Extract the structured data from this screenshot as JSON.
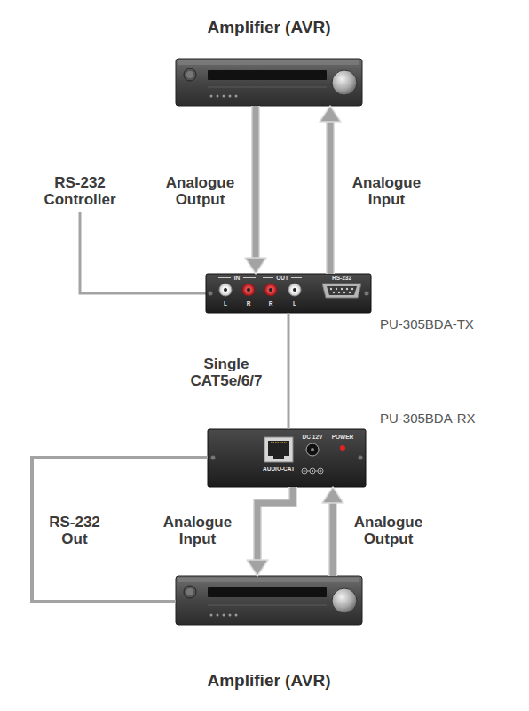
{
  "diagram": {
    "nodes": [
      {
        "text": [
          "Amplifier (AVR)"
        ]
      },
      {
        "text": [
          "PU-305BDA-TX"
        ]
      },
      {
        "text": [
          "PU-305BDA-RX"
        ]
      },
      {
        "text": [
          "Amplifier (AVR)"
        ]
      }
    ],
    "edges": [
      {
        "from": 0,
        "to": 1,
        "arrow": "to",
        "label": "Analogue Output"
      },
      {
        "from": 1,
        "to": 0,
        "arrow": "to",
        "label": "Analogue Input"
      },
      {
        "from": 1,
        "to": 2,
        "arrow": "none",
        "label": "Single CAT5e/6/7"
      },
      {
        "from": 2,
        "to": 3,
        "arrow": "to",
        "label": "Analogue Input"
      },
      {
        "from": 3,
        "to": 2,
        "arrow": "to",
        "label": "Analogue Output"
      },
      {
        "from": 2,
        "to": 3,
        "arrow": "none",
        "label": "RS-232 Out"
      }
    ],
    "labels": [
      "RS-232 Controller",
      "IN",
      "OUT",
      "L",
      "R",
      "R",
      "L",
      "RS-232",
      "AUDIO-CAT",
      "DC 12V",
      "POWER"
    ]
  }
}
